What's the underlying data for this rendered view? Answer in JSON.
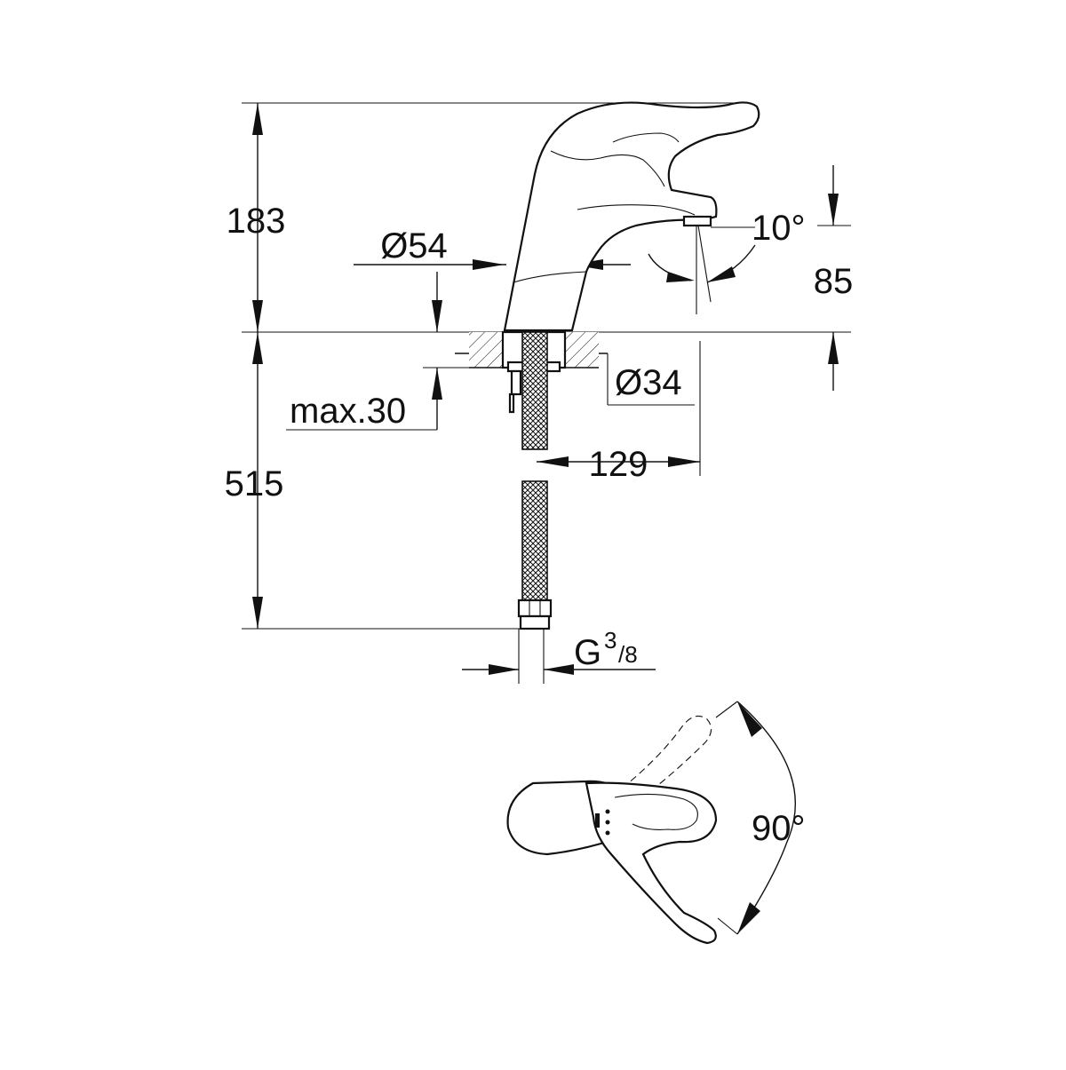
{
  "dimensions": {
    "height_total": "183",
    "spout_diameter": "Ø54",
    "spout_angle": "10°",
    "spout_height": "85",
    "hole_diameter": "Ø34",
    "max_thickness": "max.30",
    "hose_length": "515",
    "projection": "129",
    "connection_main": "G",
    "connection_num": "3",
    "connection_den": "/8",
    "lever_rotation": "90°"
  },
  "colors": {
    "line": "#111111",
    "background": "#ffffff"
  }
}
